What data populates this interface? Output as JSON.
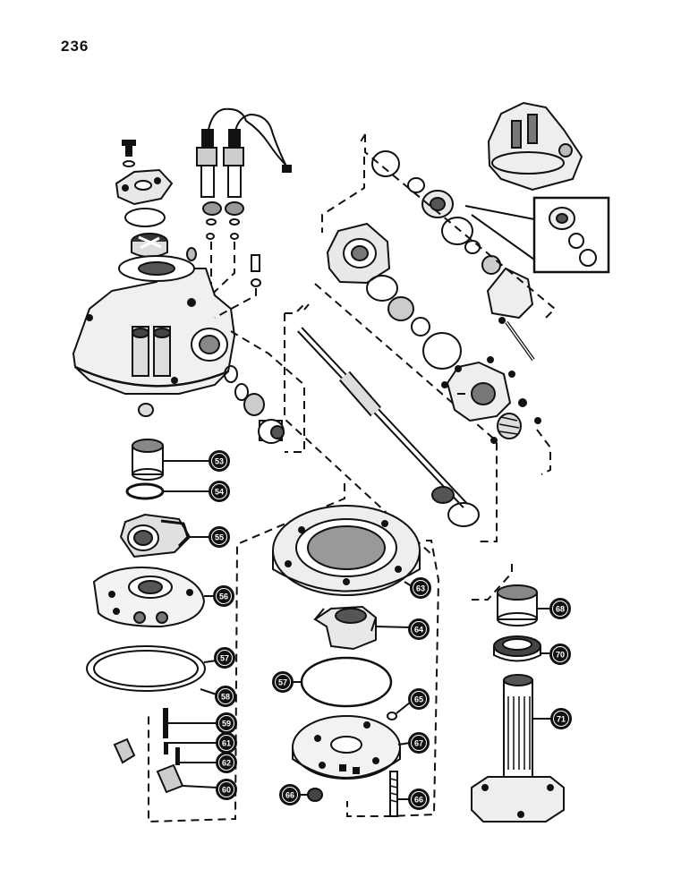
{
  "page_number": "236",
  "callouts": [
    {
      "id": "53",
      "label": "53"
    },
    {
      "id": "54",
      "label": "54"
    },
    {
      "id": "55",
      "label": "55"
    },
    {
      "id": "56",
      "label": "56"
    },
    {
      "id": "57a",
      "label": "57"
    },
    {
      "id": "58",
      "label": "58"
    },
    {
      "id": "59",
      "label": "59"
    },
    {
      "id": "61",
      "label": "61"
    },
    {
      "id": "62",
      "label": "62"
    },
    {
      "id": "60",
      "label": "60"
    },
    {
      "id": "63",
      "label": "63"
    },
    {
      "id": "64",
      "label": "64"
    },
    {
      "id": "57b",
      "label": "57"
    },
    {
      "id": "65",
      "label": "65"
    },
    {
      "id": "67",
      "label": "67"
    },
    {
      "id": "66a",
      "label": "66"
    },
    {
      "id": "66b",
      "label": "66"
    },
    {
      "id": "68",
      "label": "68"
    },
    {
      "id": "70",
      "label": "70"
    },
    {
      "id": "71",
      "label": "71"
    }
  ]
}
